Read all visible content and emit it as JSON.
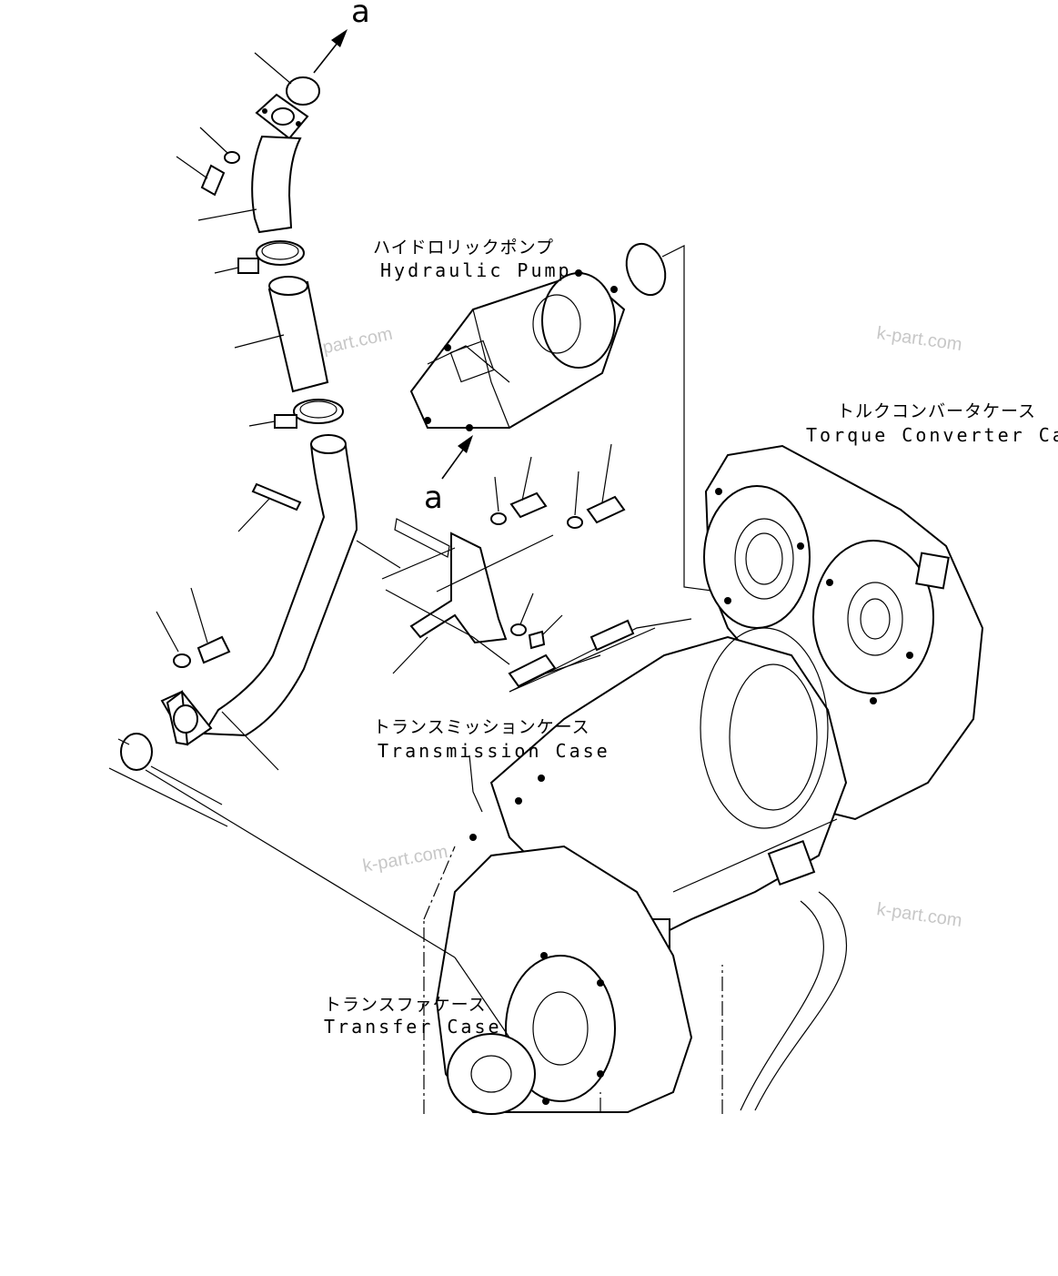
{
  "labels": {
    "hydraulic_pump_jp": "ハイドロリックポンプ",
    "hydraulic_pump_en": "Hydraulic Pump",
    "torque_converter_jp": "トルクコンバータケース",
    "torque_converter_en": "Torque Converter Case",
    "transmission_jp": "トランスミッションケース",
    "transmission_en": "Transmission Case",
    "transfer_jp": "トランスファケース",
    "transfer_en": "Transfer Case"
  },
  "markers": {
    "top": "a",
    "middle": "a"
  },
  "watermarks": [
    "k-part.com",
    "k-part.com",
    "k-part.com",
    "k-part.com"
  ]
}
